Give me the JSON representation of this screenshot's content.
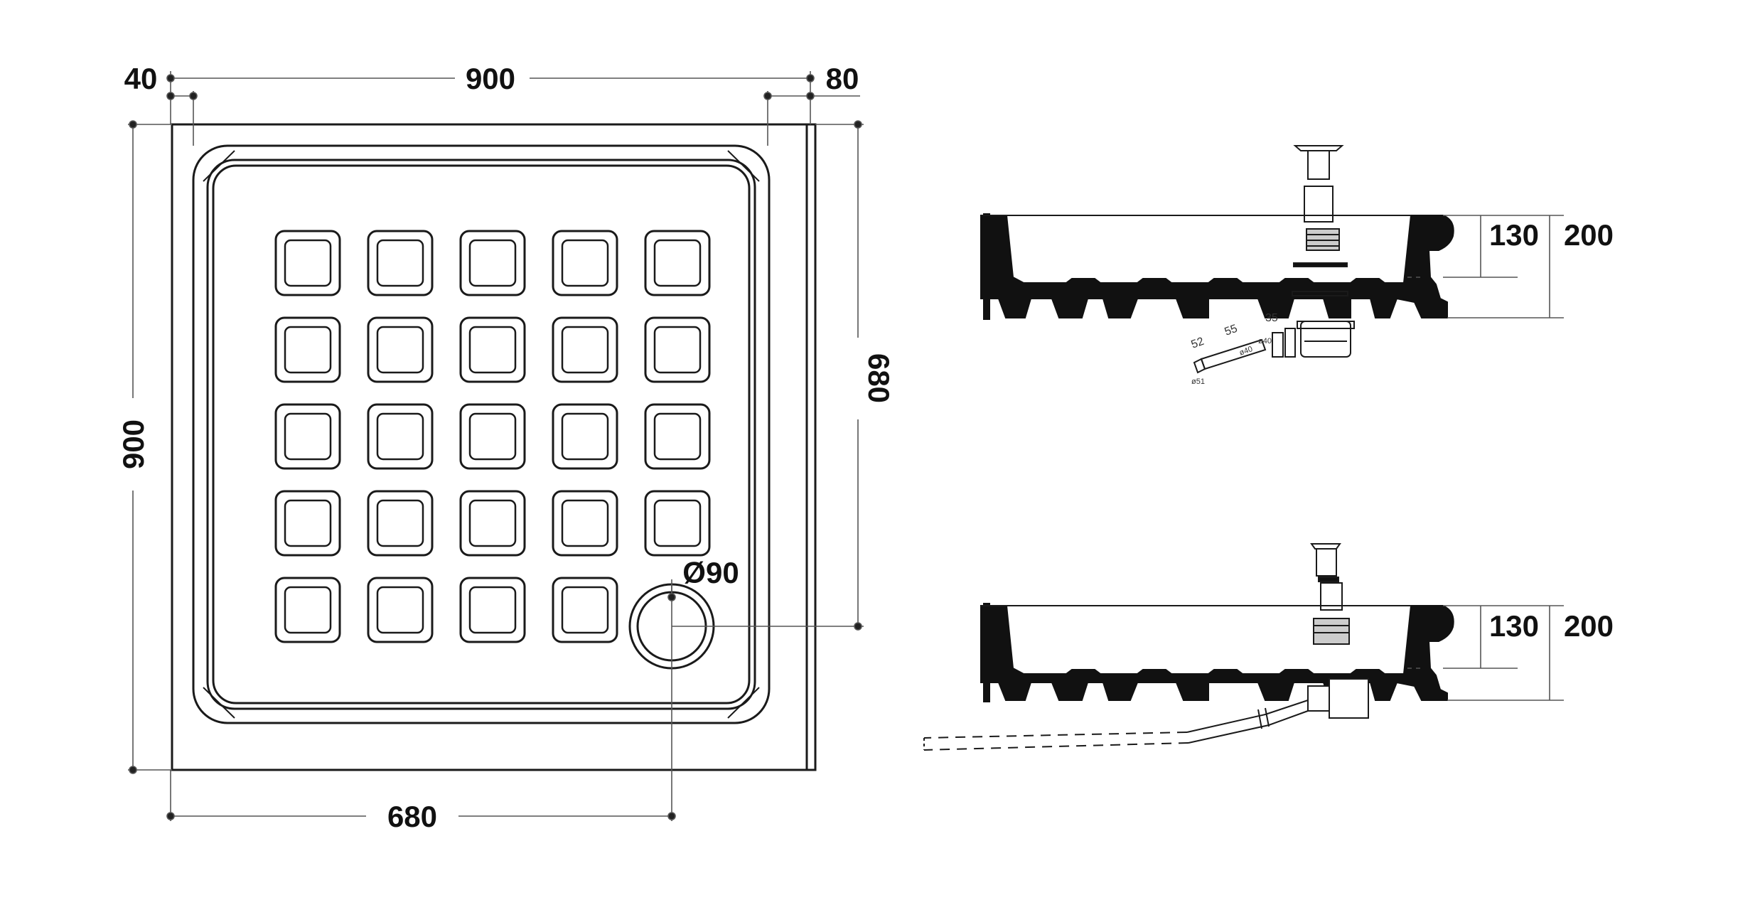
{
  "colors": {
    "line": "#1a1a1a",
    "fill": "#111111",
    "background": "#ffffff",
    "dim_line": "#555555"
  },
  "plan": {
    "dims": {
      "top_overall": "900",
      "top_left_offset": "40",
      "top_right_offset": "80",
      "left_height": "900",
      "right_height": "680",
      "bottom_width": "680",
      "drain_diameter": "Ø90"
    },
    "grid": {
      "rows": 5,
      "cols": 5,
      "drain_cell": [
        4,
        4
      ]
    }
  },
  "section_top": {
    "dims": {
      "inner_depth": "130",
      "overall_height": "200"
    },
    "trap_labels": [
      "52",
      "55",
      "35",
      "ø40",
      "ø40",
      "ø51"
    ]
  },
  "section_bottom": {
    "dims": {
      "inner_depth": "130",
      "overall_height": "200"
    }
  }
}
